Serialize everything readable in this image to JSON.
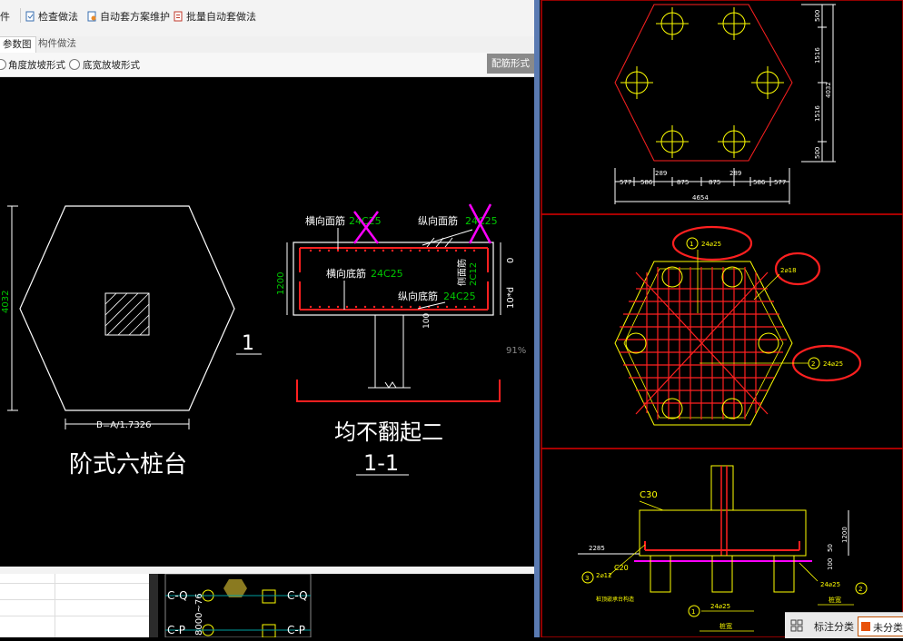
{
  "toolbar": {
    "partial_left": "件",
    "check_label": "检查做法",
    "auto_maint_label": "自动套方案维护",
    "batch_label": "批量自动套做法"
  },
  "tabs": {
    "tab1": "参数图",
    "tab2": "构件做法"
  },
  "options": {
    "radio1": "角度放坡形式",
    "radio2": "底宽放坡形式",
    "peijin_button": "配筋形式"
  },
  "left_drawing": {
    "height_dim": "4032",
    "base_formula": "B=A/1.7326",
    "title": "阶式六桩台",
    "marker_1": "1",
    "heng_mian": "横向面筋",
    "heng_mian_val": "24C25",
    "zong_mian": "纵向面筋",
    "zong_mian_val": "24C25",
    "heng_di": "横向底筋",
    "heng_di_val": "24C25",
    "zong_di": "纵向底筋",
    "zong_di_val": "24C25",
    "ce_mian": "侧面筋",
    "ce_mian_val": "2C12",
    "dim_1200": "1200",
    "dim_0": "0",
    "dim_10d": "10*d",
    "dim_100": "100",
    "note": "均不翻起二",
    "section_label": "1-1",
    "zoom": "91%"
  },
  "right_top": {
    "v_dims": [
      "500",
      "1516",
      "1516",
      "500"
    ],
    "v_total": "4032",
    "h_top": [
      "289",
      "289"
    ],
    "h_dims": [
      "577",
      "586",
      "875",
      "875",
      "586",
      "577"
    ],
    "h_total": "4654"
  },
  "right_mid": {
    "tag1_num": "1",
    "tag1_text": "24⌀25",
    "tag2_text": "2⌀18",
    "tag3_num": "2",
    "tag3_text": "24⌀25"
  },
  "right_bot": {
    "c30": "C30",
    "c20": "C20",
    "dim_2285": "2285",
    "dim_1200": "1200",
    "dim_50": "50",
    "dim_100": "100",
    "tag3_num": "3",
    "tag3_text": "2⌀12",
    "tag2_num": "2",
    "tag2_text": "24⌀25",
    "tag1_num": "1",
    "tag1_text": "24⌀25",
    "note_small": "桩顶嵌承台构造",
    "label_pile": "桩宽"
  },
  "bottom_left": {
    "c_q": "C-Q",
    "c_p": "C-P",
    "vert": "8000~76"
  },
  "status": {
    "tag_classify": "标注分类",
    "unclassified": "未分类"
  },
  "colors": {
    "cad_bg": "#000000",
    "cad_white": "#ffffff",
    "cad_green": "#00c800",
    "cad_red": "#ff2020",
    "cad_yellow": "#ffff00",
    "cad_magenta": "#ff00ff",
    "divider": "#5a7ab2"
  }
}
